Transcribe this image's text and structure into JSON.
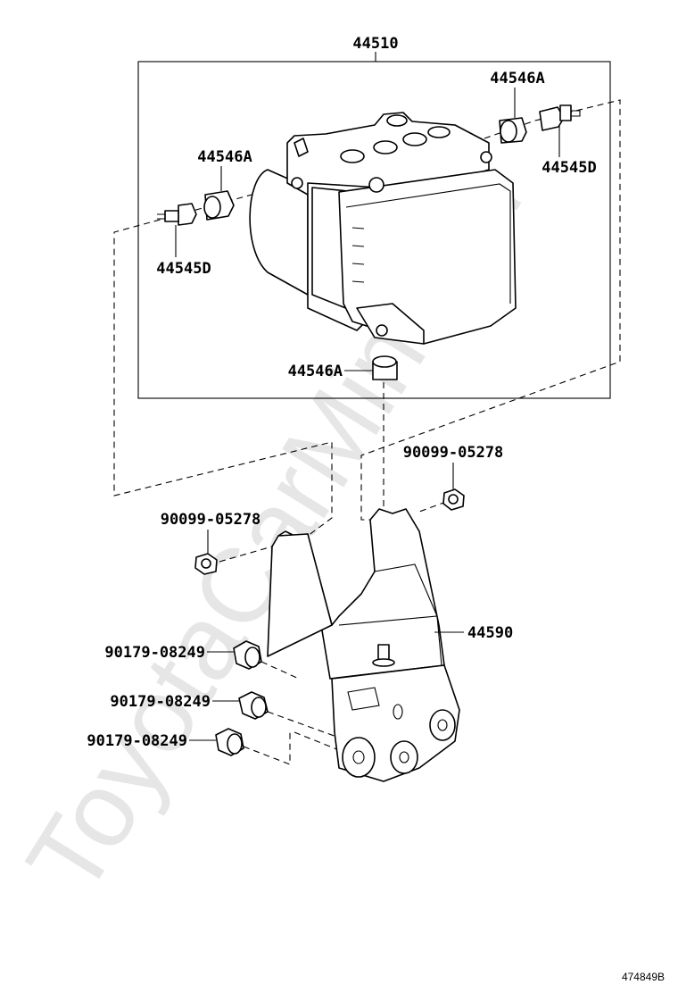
{
  "watermark": "ToyotaCarMine.ru",
  "figure_number": "474849B",
  "callouts": {
    "actuator_assy": "44510",
    "cushion_upper_right": "44546A",
    "bolt_upper_right": "44545D",
    "cushion_left": "44546A",
    "bolt_left": "44545D",
    "cushion_bottom": "44546A",
    "nut_right": "90099-05278",
    "nut_left": "90099-05278",
    "bracket": "44590",
    "bolt_1": "90179-08249",
    "bolt_2": "90179-08249",
    "bolt_3": "90179-08249"
  }
}
